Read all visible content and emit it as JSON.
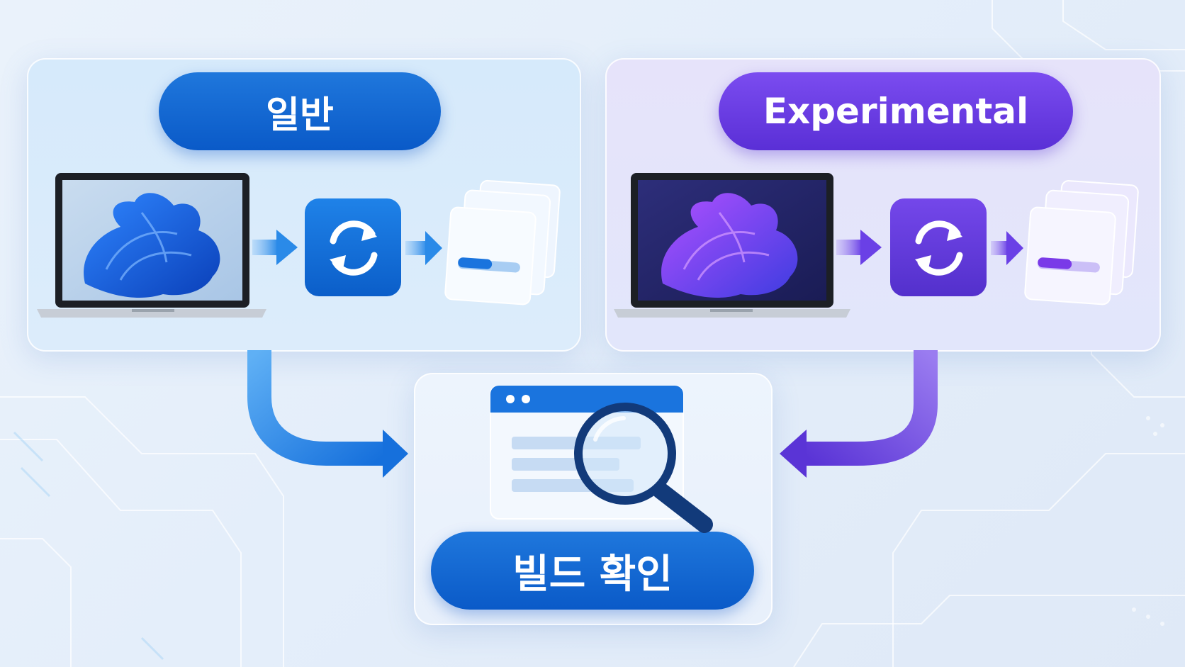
{
  "panels": {
    "standard": {
      "label": "일반"
    },
    "experimental": {
      "label": "Experimental"
    },
    "check": {
      "label": "빌드 확인"
    }
  },
  "icons": {
    "laptop": "laptop-icon",
    "sync": "sync-icon",
    "windows": "stacked-windows-icon",
    "browser": "browser-window-icon",
    "search": "magnifier-icon"
  },
  "colors": {
    "standard_accent": "#1168d8",
    "experimental_accent": "#6a3ae6",
    "panel_border": "#ffffff"
  }
}
